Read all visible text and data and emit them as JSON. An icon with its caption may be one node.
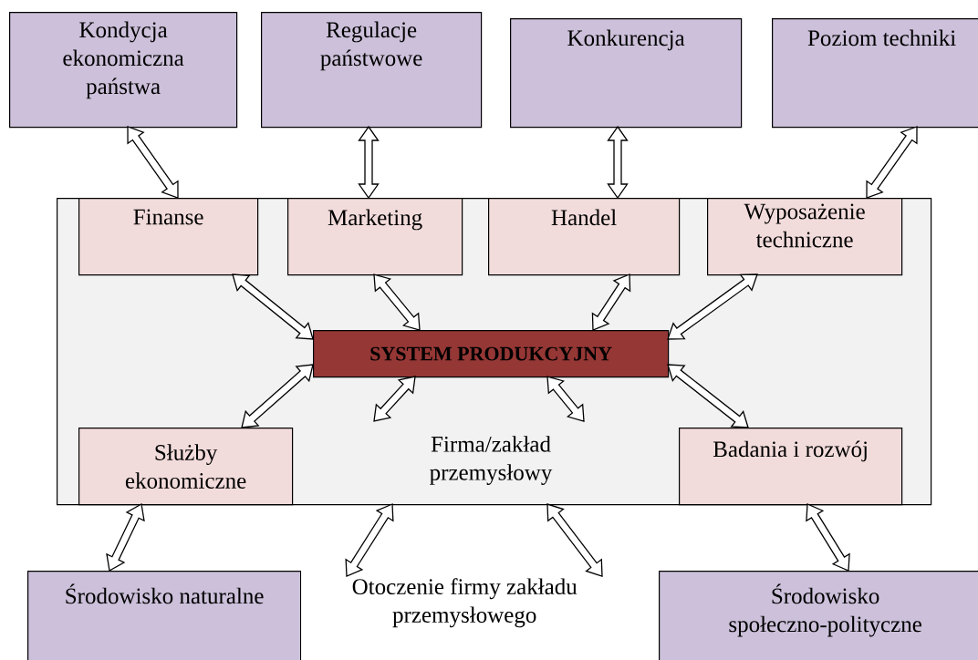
{
  "diagram": {
    "nodes": [
      {
        "text": [
          "Kondycja ekonomiczna państwa"
        ]
      },
      {
        "text": [
          "Regulacje państwowe"
        ]
      },
      {
        "text": [
          "Konkurencja"
        ]
      },
      {
        "text": [
          "Poziom techniki"
        ]
      },
      {
        "text": [
          "Firma/zakład przemysłowy"
        ]
      },
      {
        "text": [
          "Finanse"
        ],
        "in": 4
      },
      {
        "text": [
          "Marketing"
        ],
        "in": 4
      },
      {
        "text": [
          "Handel"
        ],
        "in": 4
      },
      {
        "text": [
          "Wyposażenie techniczne"
        ],
        "in": 4
      },
      {
        "text": [
          "SYSTEM PRODUKCYJNY"
        ],
        "in": 4
      },
      {
        "text": [
          "Służby ekonomiczne"
        ],
        "in": 4
      },
      {
        "text": [
          "Badania i rozwój"
        ],
        "in": 4
      },
      {
        "text": [
          "Środowisko naturalne"
        ]
      },
      {
        "text": [
          "Otoczenie firmy zakładu przemysłowego"
        ]
      },
      {
        "text": [
          "Środowisko społeczno-polityczne"
        ]
      }
    ],
    "edges": [
      {
        "from": 0,
        "to": 4,
        "arrow": "both"
      },
      {
        "from": 1,
        "to": 4,
        "arrow": "both"
      },
      {
        "from": 2,
        "to": 4,
        "arrow": "both"
      },
      {
        "from": 3,
        "to": 4,
        "arrow": "both"
      },
      {
        "from": 5,
        "to": 9,
        "arrow": "both"
      },
      {
        "from": 6,
        "to": 9,
        "arrow": "both"
      },
      {
        "from": 7,
        "to": 9,
        "arrow": "both"
      },
      {
        "from": 8,
        "to": 9,
        "arrow": "both"
      },
      {
        "from": 10,
        "to": 9,
        "arrow": "both"
      },
      {
        "from": 11,
        "to": 9,
        "arrow": "both"
      },
      {
        "from": 9,
        "to": null,
        "arrow": "both"
      },
      {
        "from": 9,
        "to": null,
        "arrow": "both"
      },
      {
        "from": 12,
        "to": 4,
        "arrow": "both"
      },
      {
        "from": 4,
        "to": 13,
        "arrow": "both"
      },
      {
        "from": 4,
        "to": 13,
        "arrow": "both"
      },
      {
        "from": 14,
        "to": 4,
        "arrow": "both"
      }
    ]
  }
}
